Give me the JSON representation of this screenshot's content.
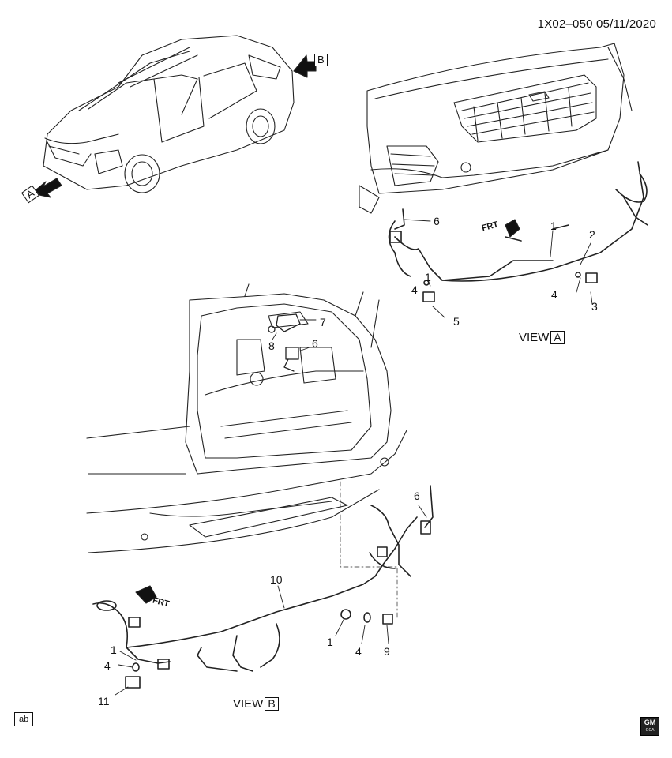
{
  "header": {
    "doc_id": "1X02–050  05/11/2020"
  },
  "views": {
    "a_label": "VIEW",
    "a_letter": "A",
    "b_label": "VIEW",
    "b_letter": "B"
  },
  "arrows": {
    "a": "A",
    "b": "B"
  },
  "frt": {
    "a": "FRT",
    "b": "FRT"
  },
  "callouts": {
    "a": [
      "6",
      "1",
      "2",
      "1",
      "4",
      "5",
      "4",
      "3"
    ],
    "mid": [
      "7",
      "8",
      "6"
    ],
    "b": [
      "6",
      "10",
      "1",
      "4",
      "9",
      "1",
      "4",
      "11"
    ]
  },
  "footer": {
    "ab": "ab",
    "gm": "GM",
    "gm_sub": "GCA"
  }
}
